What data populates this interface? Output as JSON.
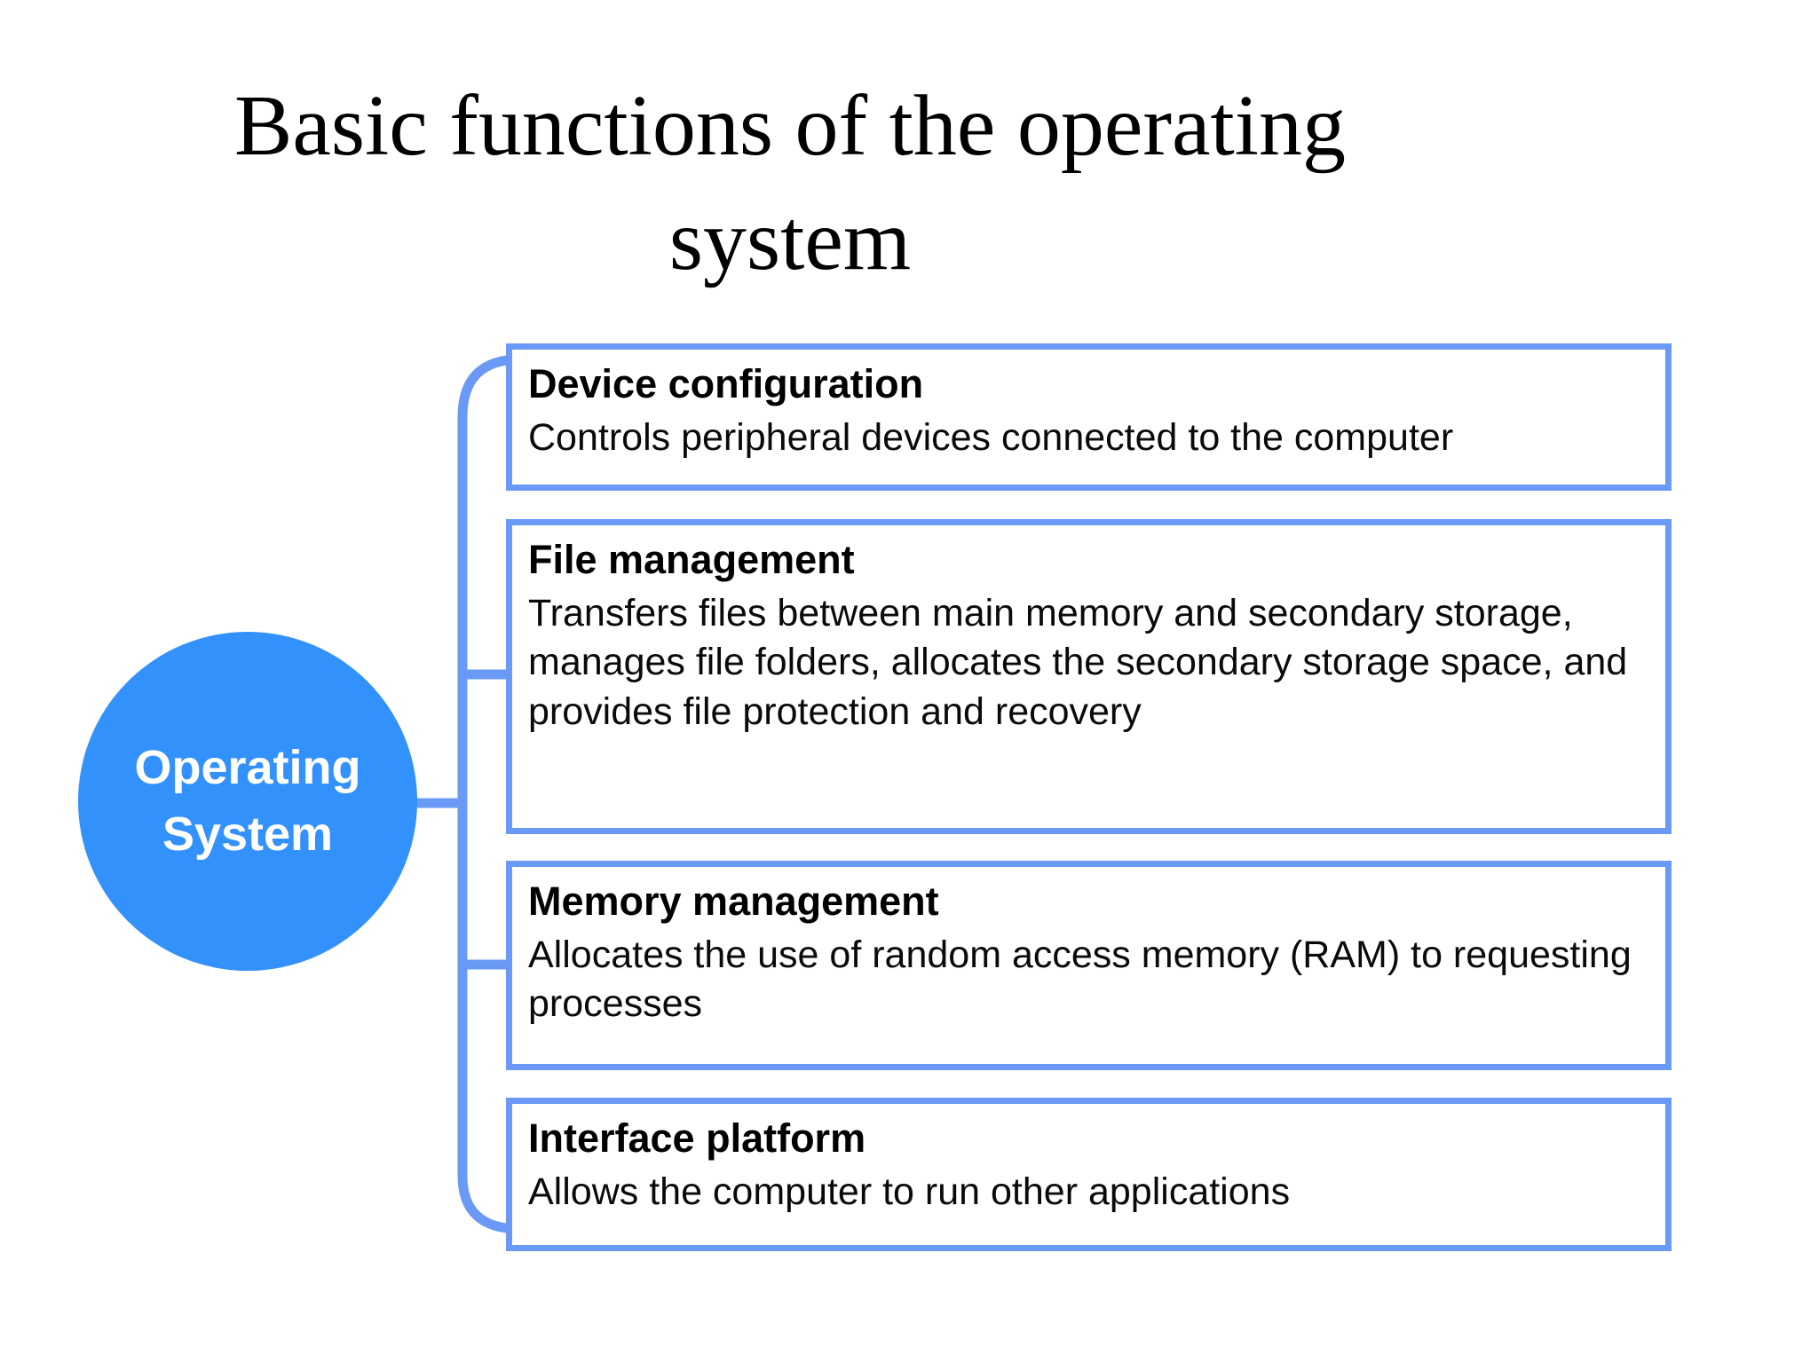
{
  "slide": {
    "title_line_1": "Basic functions of the operating",
    "title_line_2": "system",
    "background_color": "#FFFFFF"
  },
  "root": {
    "label_line_1": "Operating",
    "label_line_2": "System",
    "fill_color": "#3391FC",
    "text_color": "#FFFFFF",
    "shape": "circle"
  },
  "style": {
    "box_border_color": "#6A9AF5",
    "box_fill_color": "#FFFFFD",
    "connector_color": "#6A9AF5",
    "title_color": "#000000",
    "body_text_color": "#000000"
  },
  "diagram": {
    "type": "mind-map",
    "branch_count": 4,
    "branches": [
      {
        "title": "Device configuration",
        "description": "Controls peripheral devices connected to the computer"
      },
      {
        "title": "File management",
        "description": "Transfers files between main memory and secondary storage, manages file folders, allocates the secondary storage space, and provides file protection and recovery"
      },
      {
        "title": "Memory management",
        "description": "Allocates the use of random access memory (RAM) to requesting processes"
      },
      {
        "title": "Interface platform",
        "description": "Allows the computer to run other applications"
      }
    ]
  }
}
